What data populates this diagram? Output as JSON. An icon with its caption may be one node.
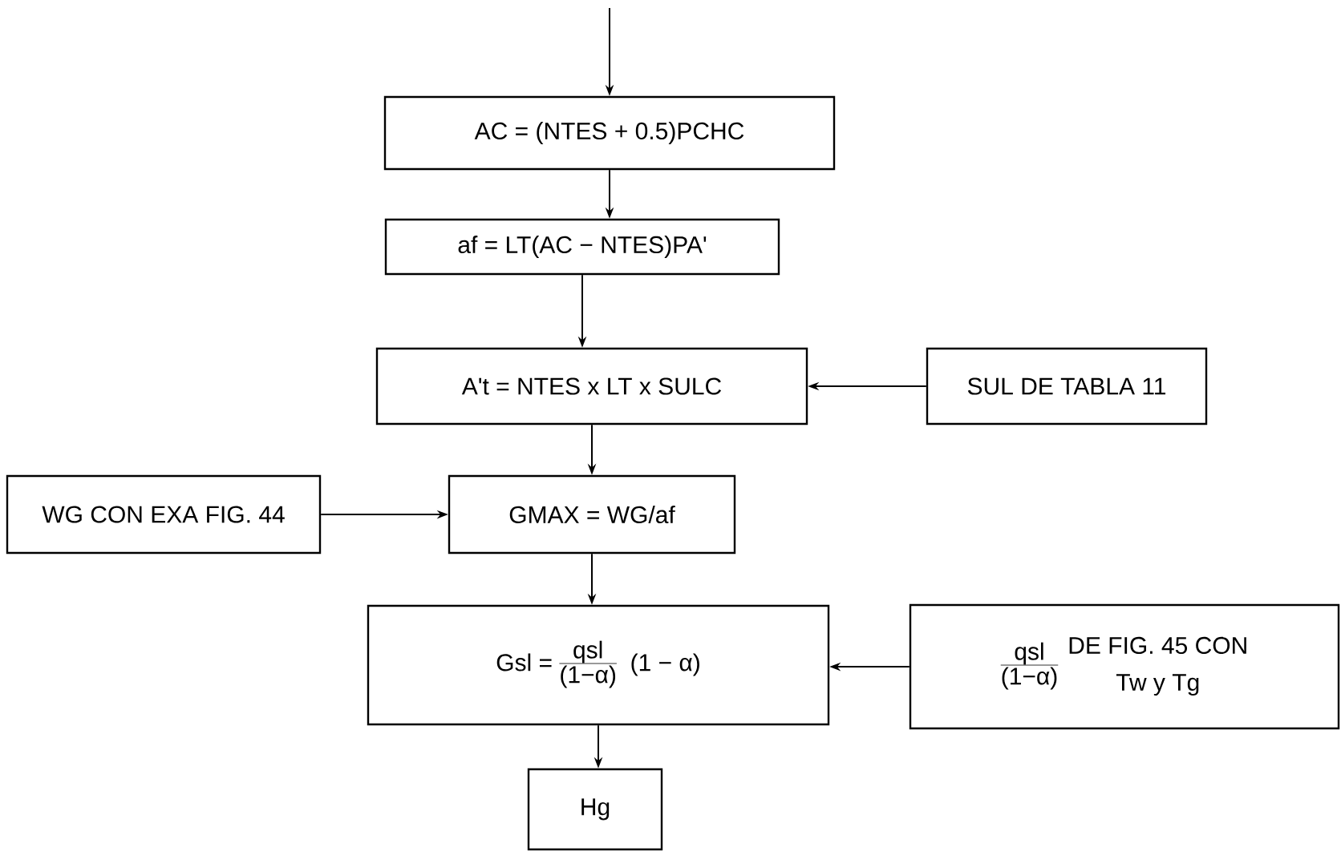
{
  "diagram": {
    "nodes": [
      {
        "text": [
          "AC = (NTES + 0.5)PCHC"
        ]
      },
      {
        "text": [
          "af = LT(AC − NTES)PA'"
        ]
      },
      {
        "text": [
          "A't = NTES x LT x SULC"
        ]
      },
      {
        "text": [
          "SUL DE TABLA 11"
        ]
      },
      {
        "text": [
          "WG CON EXA FIG. 44"
        ]
      },
      {
        "text": [
          "GMAX = WG/af"
        ]
      },
      {
        "text": [
          "Gsl =",
          "qsl",
          "(1−α)",
          "(1 − α)"
        ]
      },
      {
        "text": [
          "qsl",
          "(1−α)",
          "DE FIG. 45 CON",
          "Tw y Tg"
        ]
      },
      {
        "text": [
          "Hg"
        ]
      }
    ],
    "edges": [
      {
        "from": null,
        "to": 0,
        "arrow": "to"
      },
      {
        "from": 0,
        "to": 1,
        "arrow": "to"
      },
      {
        "from": 1,
        "to": 2,
        "arrow": "to"
      },
      {
        "from": 3,
        "to": 2,
        "arrow": "to"
      },
      {
        "from": 2,
        "to": 5,
        "arrow": "to"
      },
      {
        "from": 4,
        "to": 5,
        "arrow": "to"
      },
      {
        "from": 5,
        "to": 6,
        "arrow": "to"
      },
      {
        "from": 7,
        "to": 6,
        "arrow": "to"
      },
      {
        "from": 6,
        "to": 8,
        "arrow": "to"
      }
    ]
  }
}
